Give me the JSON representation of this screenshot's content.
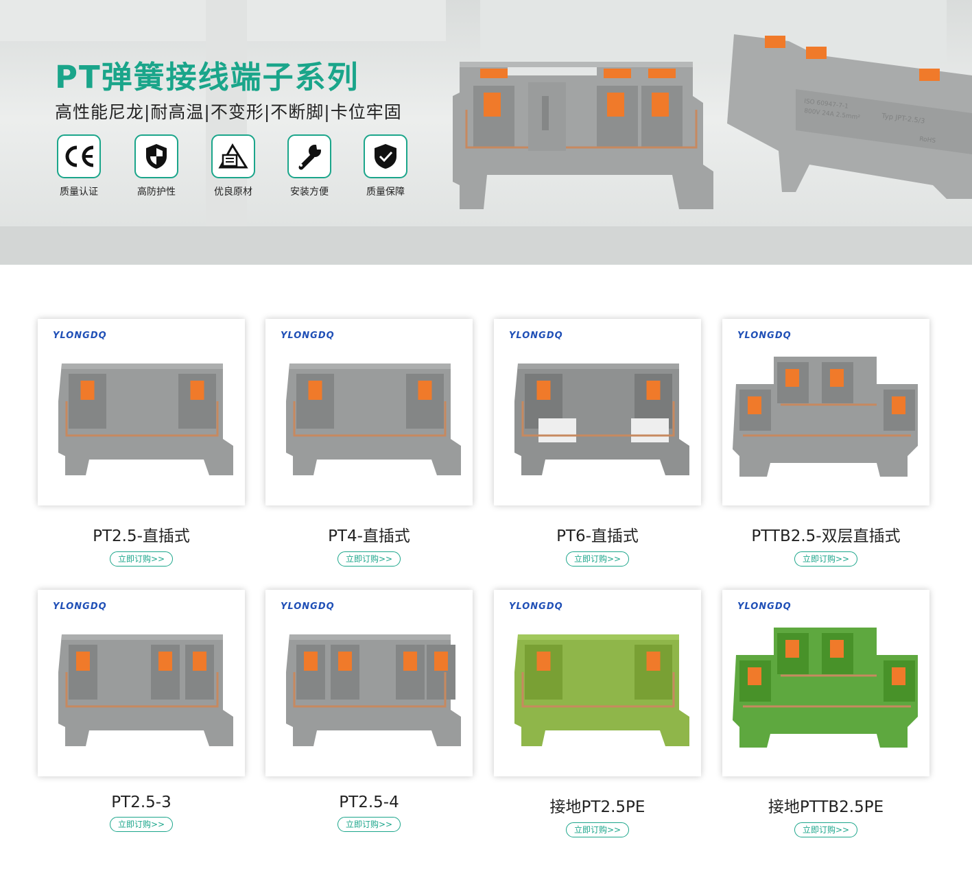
{
  "hero": {
    "title": "PT弹簧接线端子系列",
    "subtitle": "高性能尼龙|耐高温|不变形|不断脚|卡位牢固",
    "features": [
      {
        "icon": "ce-mark-icon",
        "label": "质量认证"
      },
      {
        "icon": "shield-icon",
        "label": "高防护性"
      },
      {
        "icon": "material-icon",
        "label": "优良原材"
      },
      {
        "icon": "wrench-icon",
        "label": "安装方便"
      },
      {
        "icon": "shield-check-icon",
        "label": "质量保障"
      }
    ],
    "product_marking": {
      "line1": "ISO 60947-7-1",
      "line2": "800V 24A 2.5mm²",
      "type": "Typ JPT-2.5/3",
      "rohs": "RoHS"
    }
  },
  "products": [
    {
      "brand": "YLONGDQ",
      "name": "PT2.5-直插式",
      "buy": "立即订购>>",
      "color": "#9a9c9c"
    },
    {
      "brand": "YLONGDQ",
      "name": "PT4-直插式",
      "buy": "立即订购>>",
      "color": "#9a9c9c"
    },
    {
      "brand": "YLONGDQ",
      "name": "PT6-直插式",
      "buy": "立即订购>>",
      "color": "#8f9191"
    },
    {
      "brand": "YLONGDQ",
      "name": "PTTB2.5-双层直插式",
      "buy": "立即订购>>",
      "color": "#9a9c9c"
    },
    {
      "brand": "YLONGDQ",
      "name": "PT2.5-3",
      "buy": "立即订购>>",
      "color": "#9a9c9c"
    },
    {
      "brand": "YLONGDQ",
      "name": "PT2.5-4",
      "buy": "立即订购>>",
      "color": "#9a9c9c"
    },
    {
      "brand": "YLONGDQ",
      "name": "接地PT2.5PE",
      "buy": "立即订购>>",
      "color": "#8fb64a"
    },
    {
      "brand": "YLONGDQ",
      "name": "接地PTTB2.5PE",
      "buy": "立即订购>>",
      "color": "#5ea83f"
    }
  ],
  "colors": {
    "accent": "#1aa58a",
    "brand_text": "#1f4fb6",
    "spring_orange": "#f07a2a"
  }
}
